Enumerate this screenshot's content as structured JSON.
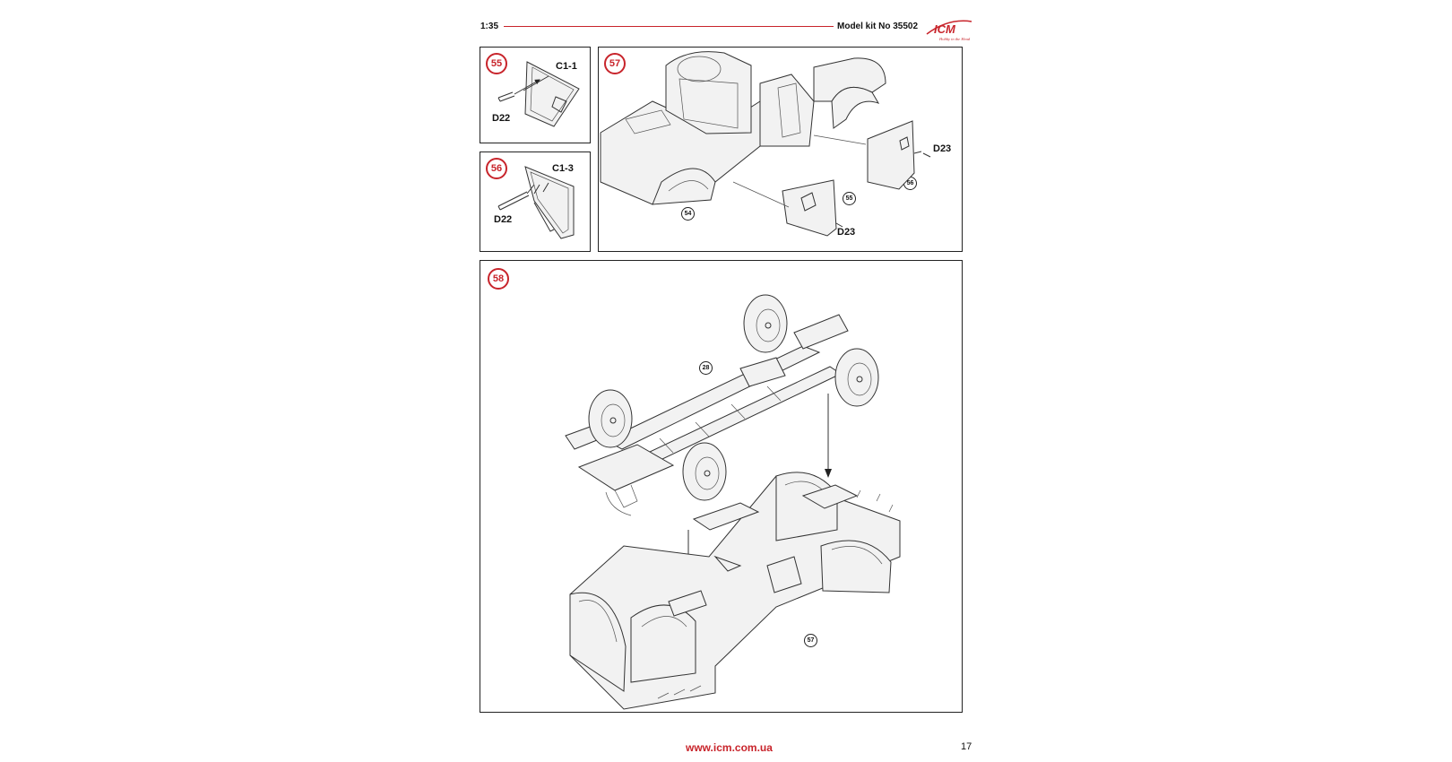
{
  "header": {
    "scale": "1:35",
    "model_kit": "Model kit No 35502",
    "logo_text": "ICM",
    "logo_tagline": "Hobby in the Head",
    "accent_color": "#c8242b"
  },
  "steps": [
    {
      "number": "55",
      "labels": [
        "C1-1",
        "D22"
      ]
    },
    {
      "number": "56",
      "labels": [
        "C1-3",
        "D22"
      ]
    },
    {
      "number": "57",
      "labels": [
        "D23",
        "D23"
      ],
      "refs": [
        "55",
        "56",
        "54"
      ]
    },
    {
      "number": "58",
      "refs": [
        "28",
        "57"
      ]
    }
  ],
  "footer": {
    "url": "www.icm.com.ua",
    "page_number": "17"
  }
}
